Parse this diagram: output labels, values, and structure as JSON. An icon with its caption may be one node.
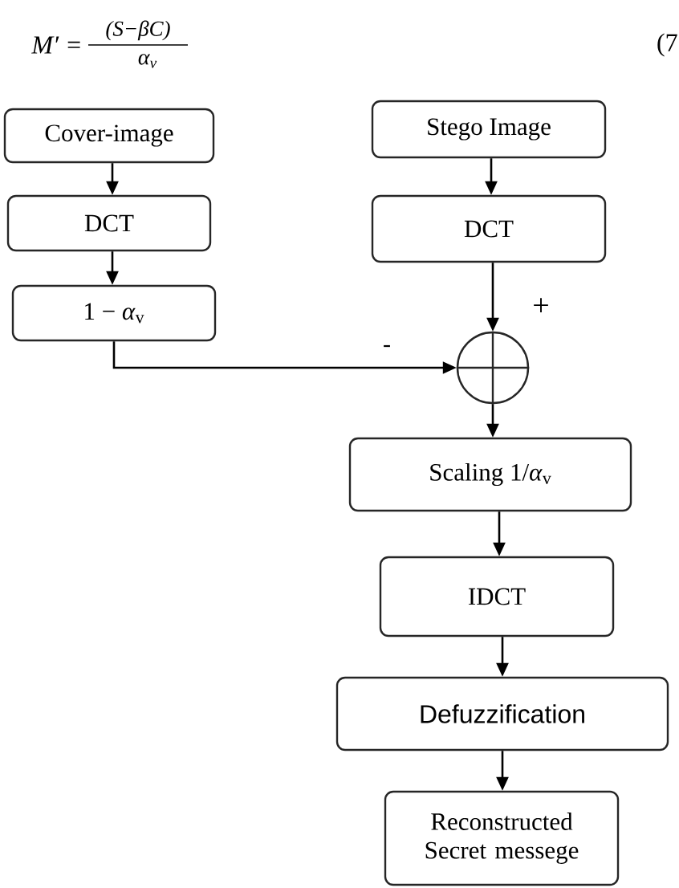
{
  "diagram": {
    "nodes": [
      {
        "text": [
          "Cover-image"
        ]
      },
      {
        "text": [
          "DCT"
        ]
      },
      {
        "text": [
          "1 − *α*$_{v}$"
        ]
      },
      {
        "text": [
          "Stego Image"
        ]
      },
      {
        "text": [
          "DCT"
        ]
      },
      {
        "text": [],
        "shape": "circle"
      },
      {
        "text": [
          "Scaling 1/*α*$_{v}$"
        ]
      },
      {
        "text": [
          "IDCT"
        ]
      },
      {
        "text": [
          "Defuzzification"
        ]
      },
      {
        "text": [
          "Reconstructed Secret messege"
        ]
      }
    ],
    "edges": [
      {
        "from": 0,
        "to": 1,
        "arrow": "to"
      },
      {
        "from": 1,
        "to": 2,
        "arrow": "to"
      },
      {
        "from": 3,
        "to": 4,
        "arrow": "to"
      },
      {
        "from": 4,
        "to": 5,
        "arrow": "to",
        "label": "+"
      },
      {
        "from": 2,
        "to": 5,
        "arrow": "to",
        "label": "-"
      },
      {
        "from": 5,
        "to": 6,
        "arrow": "to"
      },
      {
        "from": 6,
        "to": 7,
        "arrow": "to"
      },
      {
        "from": 7,
        "to": 8,
        "arrow": "to"
      },
      {
        "from": 8,
        "to": 9,
        "arrow": "to"
      }
    ],
    "labels": [
      "M′ =",
      "(S−βC)",
      "α$_{v}$",
      "(7"
    ]
  }
}
